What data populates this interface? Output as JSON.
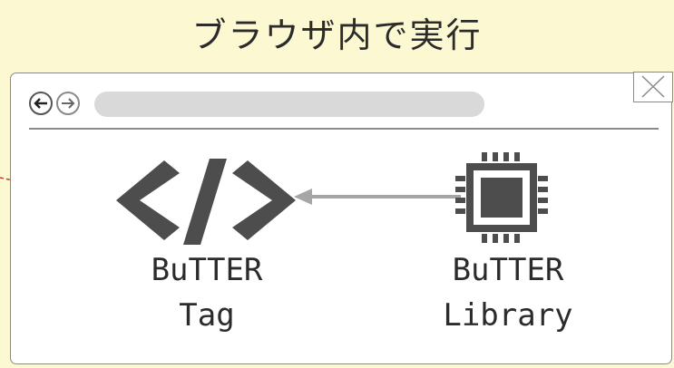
{
  "title": "ブラウザ内で実行",
  "tag": {
    "line1": "BuTTER",
    "line2": "Tag"
  },
  "library": {
    "line1": "BuTTER",
    "line2": "Library"
  },
  "colors": {
    "background": "#fbf8d2",
    "icon": "#4d4d4d",
    "arrow": "#a6a6a6",
    "dashed_line": "#c0392b"
  }
}
